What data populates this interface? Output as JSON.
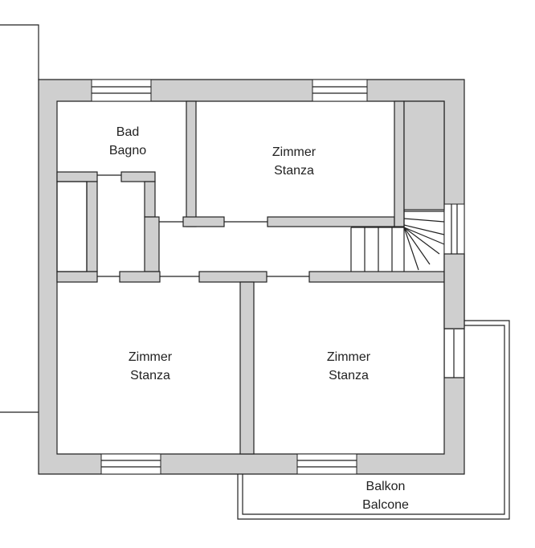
{
  "rooms": {
    "bathroom": {
      "name_de": "Bad",
      "name_it": "Bagno"
    },
    "room_top": {
      "name_de": "Zimmer",
      "name_it": "Stanza"
    },
    "room_bottom_left": {
      "name_de": "Zimmer",
      "name_it": "Stanza"
    },
    "room_bottom_right": {
      "name_de": "Zimmer",
      "name_it": "Stanza"
    },
    "balcony": {
      "name_de": "Balkon",
      "name_it": "Balcone"
    }
  },
  "colors": {
    "wall_fill": "#cfcfcf",
    "line": "#222222",
    "background": "#ffffff"
  }
}
